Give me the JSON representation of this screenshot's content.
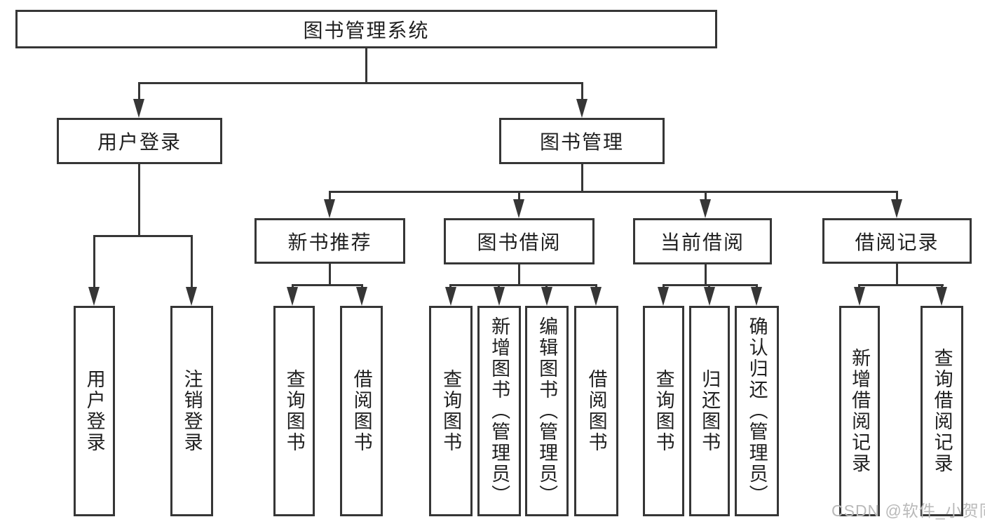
{
  "diagram": {
    "root": "图书管理系统",
    "level2": {
      "user_login": "用户登录",
      "book_mgmt": "图书管理"
    },
    "level3": {
      "new_book_rec": "新书推荐",
      "book_borrow": "图书借阅",
      "current_borrow": "当前借阅",
      "borrow_records": "借阅记录"
    },
    "leaves": {
      "user_login_1": "用户登录",
      "logout": "注销登录",
      "query_book_1": "查询图书",
      "borrow_book_1": "借阅图书",
      "query_book_2": "查询图书",
      "add_book": "新增图书（管理员）",
      "edit_book": "编辑图书（管理员）",
      "borrow_book_2": "借阅图书",
      "query_book_3": "查询图书",
      "return_book": "归还图书",
      "confirm_return": "确认归还（管理员）",
      "add_borrow_record": "新增借阅记录",
      "query_borrow_record": "查询借阅记录"
    }
  },
  "watermark": "CSDN @软件_小贺同学",
  "colors": {
    "line": "#363636",
    "text": "#1f1f1f",
    "background": "#ffffff",
    "watermark": "#b9b9b9"
  }
}
